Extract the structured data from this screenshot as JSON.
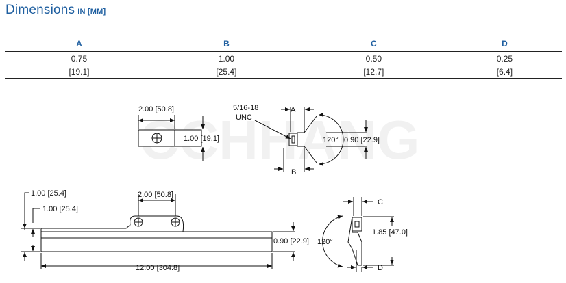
{
  "header": {
    "title": "Dimensions",
    "unit": "IN [MM]"
  },
  "table": {
    "columns": [
      "A",
      "B",
      "C",
      "D"
    ],
    "rows": [
      [
        "0.75",
        "1.00",
        "0.50",
        "0.25"
      ],
      [
        "[19.1]",
        "[25.4]",
        "[12.7]",
        "[6.4]"
      ]
    ]
  },
  "drawing": {
    "top_view": {
      "width_label": "2.00 [50.8]",
      "height_label": "1.00 [19.1]"
    },
    "end_view": {
      "thread_label_1": "5/16-18",
      "thread_label_2": "UNC",
      "label_a": "A",
      "label_b": "B",
      "angle": "120°",
      "height": "0.90 [22.9]"
    },
    "front_view": {
      "dim1": "1.00 [25.4]",
      "dim2": "1.00 [25.4]",
      "spacing": "2.00 [50.8]",
      "height": "0.90 [22.9]",
      "length": "12.00 [304.8]"
    },
    "side_view": {
      "label_c": "C",
      "label_d": "D",
      "height": "1.85 [47.0]",
      "angle": "120°"
    }
  },
  "watermark": "CCHHANG"
}
